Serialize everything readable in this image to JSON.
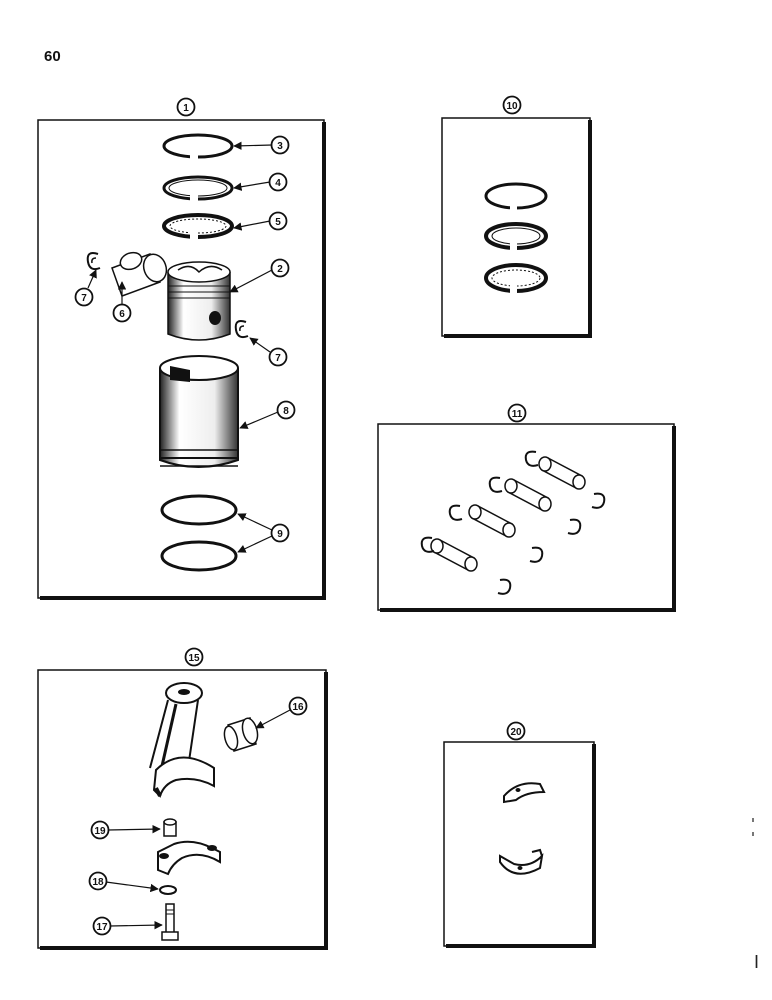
{
  "page_number": "60",
  "callouts": {
    "c1": "1",
    "c2": "2",
    "c3": "3",
    "c4": "4",
    "c5": "5",
    "c6": "6",
    "c7a": "7",
    "c7b": "7",
    "c8": "8",
    "c9": "9",
    "c10": "10",
    "c11": "11",
    "c15": "15",
    "c16": "16",
    "c17": "17",
    "c18": "18",
    "c19": "19",
    "c20": "20"
  },
  "stray_mark": "I"
}
